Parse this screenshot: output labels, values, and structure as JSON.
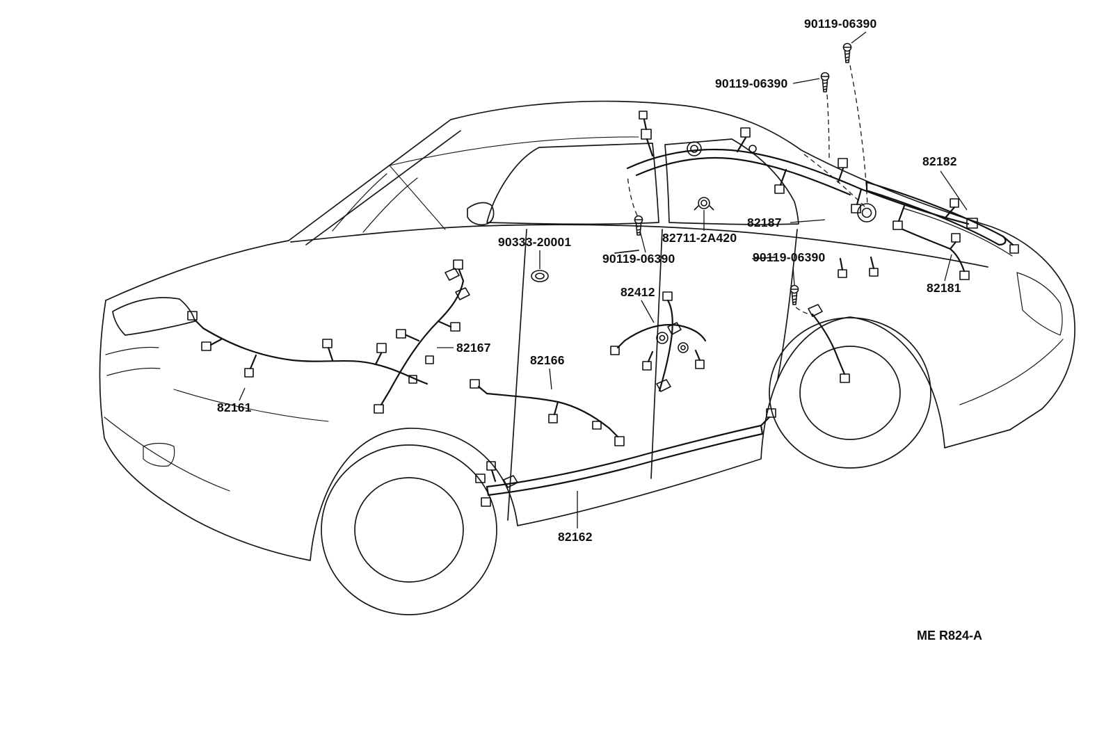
{
  "diagram": {
    "description": "Vehicle body wiring harness parts diagram (sedan, three-quarter line art view)",
    "ref_code": "ME R824-A",
    "labels": {
      "bolt_top": "90119-06390",
      "bolt_upper": "90119-06390",
      "p82182": "82182",
      "p82187": "82187",
      "p90333": "90333-20001",
      "p82711": "82711-2A420",
      "bolt_mid": "90119-06390",
      "bolt_lower": "90119-06390",
      "p82181": "82181",
      "p82412": "82412",
      "p82167": "82167",
      "p82166": "82166",
      "p82161": "82161",
      "p82162": "82162"
    }
  }
}
